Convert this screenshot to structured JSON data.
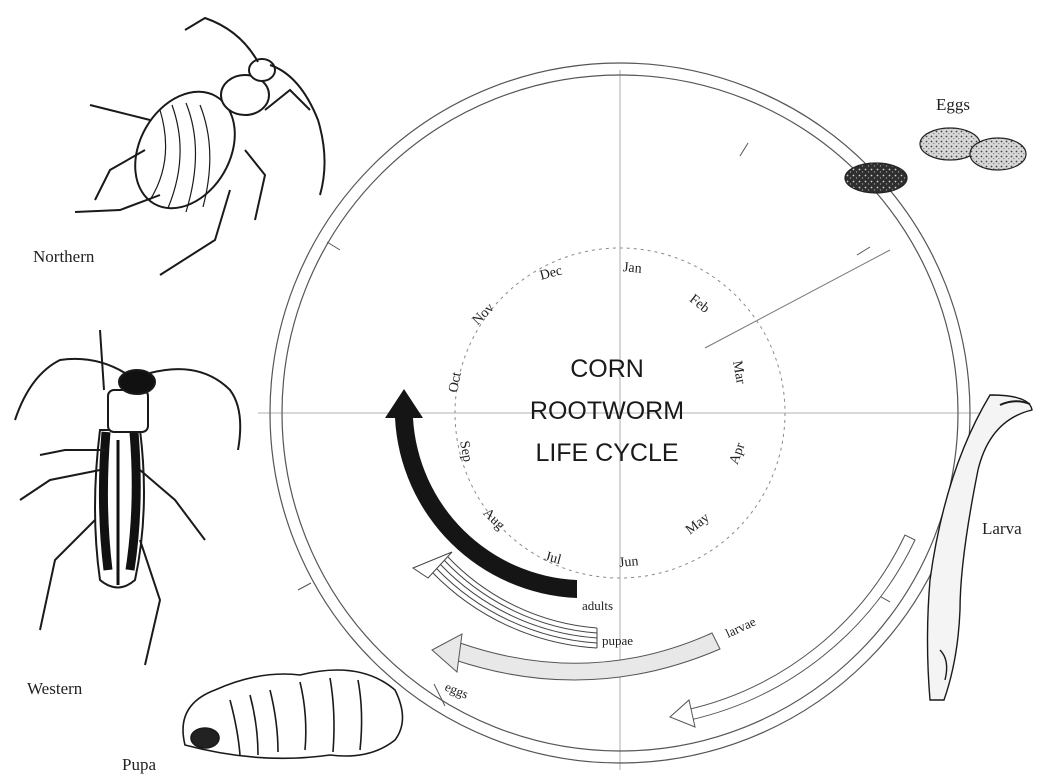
{
  "title_lines": [
    "CORN",
    "ROOTWORM",
    "LIFE CYCLE"
  ],
  "months": [
    "Jan",
    "Feb",
    "Mar",
    "Apr",
    "May",
    "Jun",
    "Jul",
    "Aug",
    "Sep",
    "Oct",
    "Nov",
    "Dec"
  ],
  "stages": {
    "adults": "adults",
    "pupae": "pupae",
    "larvae": "larvae",
    "eggs": "eggs"
  },
  "captions": {
    "northern": "Northern",
    "western": "Western",
    "eggs": "Eggs",
    "larva": "Larva",
    "pupa": "Pupa"
  },
  "colors": {
    "adults_arrow": "#151515",
    "larvae_arrow": "#e8e8e8",
    "egg": "#3a3a3a"
  }
}
